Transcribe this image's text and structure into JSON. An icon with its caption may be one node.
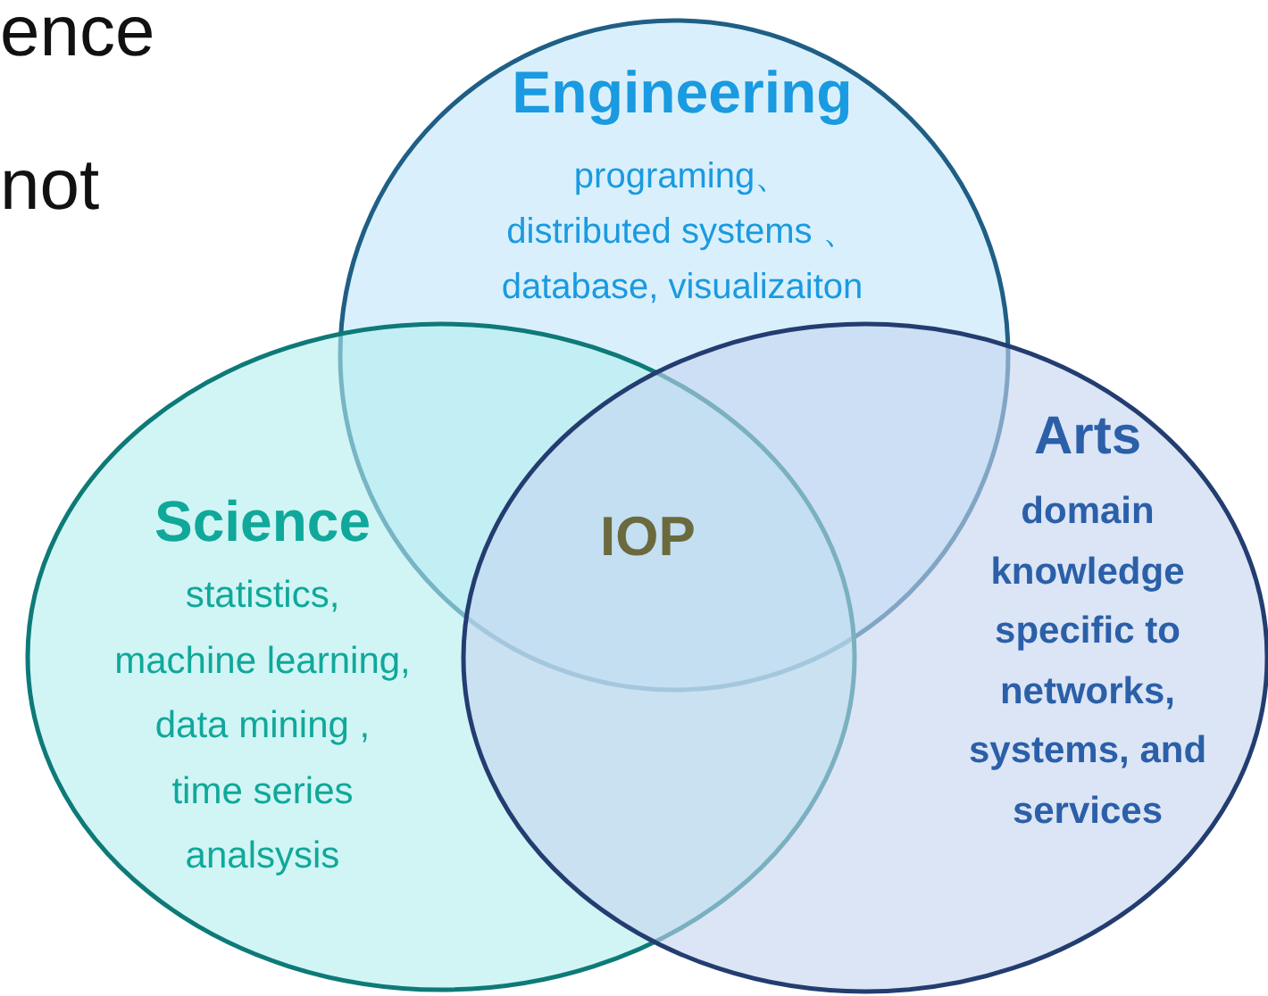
{
  "diagram": {
    "nodes": [
      {
        "text": [
          "Engineering",
          "programing、 distributed systems 、 database, visualizaiton"
        ]
      },
      {
        "text": [
          "Science",
          "statistics, machine learning, data mining , time series analsysis"
        ]
      },
      {
        "text": [
          "Arts",
          "domain knowledge specific to networks, systems, and services"
        ]
      }
    ],
    "labels": [
      "ence",
      "not",
      "IOP"
    ]
  }
}
